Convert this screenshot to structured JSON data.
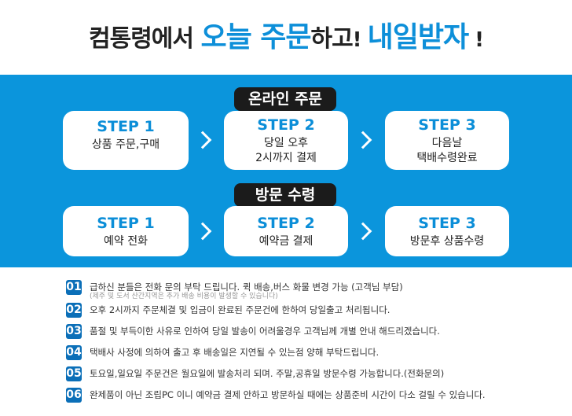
{
  "title": {
    "part1": "컴통령에서 ",
    "part2": "오늘 주문",
    "part3": "하고",
    "part4": "! ",
    "part5": "내일받자",
    "part6": " !"
  },
  "online": {
    "label": "온라인 주문",
    "steps": [
      {
        "step": "STEP 1",
        "line1": "상품 주문,구매",
        "line2": ""
      },
      {
        "step": "STEP 2",
        "line1": "당일 오후",
        "line2": "2시까지 결제"
      },
      {
        "step": "STEP 3",
        "line1": "다음날",
        "line2": "택배수령완료"
      }
    ]
  },
  "visit": {
    "label": "방문 수령",
    "steps": [
      {
        "step": "STEP 1",
        "line1": "예약 전화"
      },
      {
        "step": "STEP 2",
        "line1": "예약금 결제"
      },
      {
        "step": "STEP 3",
        "line1": "방문후 상품수령"
      }
    ]
  },
  "notices": [
    {
      "num": "01",
      "text": "급하신 분들은 전화 문의 부탁 드립니다. 퀵 배송,버스 화물 변경 가능 (고객님 부담)",
      "sub": "(제주 및 도서 산간지역은 추가 배송 비용이 발생할 수 있습니다)"
    },
    {
      "num": "02",
      "text": "오후 2시까지 주문체결 및 입금이 완료된 주문건에 한하여 당일출고 처리됩니다."
    },
    {
      "num": "03",
      "text": "품절 및 부득이한 사유로 인하여 당일 발송이 어려울경우 고객님께 개별 안내 해드리겠습니다."
    },
    {
      "num": "04",
      "text": "택배사 사정에 의하여 출고 후 배송일은 지연될 수 있는점 양해 부탁드립니다."
    },
    {
      "num": "05",
      "text": "토요일,일요일 주문건은 월요일에 발송처리 되며. 주말,공휴일 방문수령 가능합니다.(전화문의)"
    },
    {
      "num": "06",
      "text": "완제품이 아닌 조립PC 이니 예약금 결제 안하고 방문하실 때에는 상품준비 시간이 다소 걸릴 수 있습니다."
    }
  ]
}
